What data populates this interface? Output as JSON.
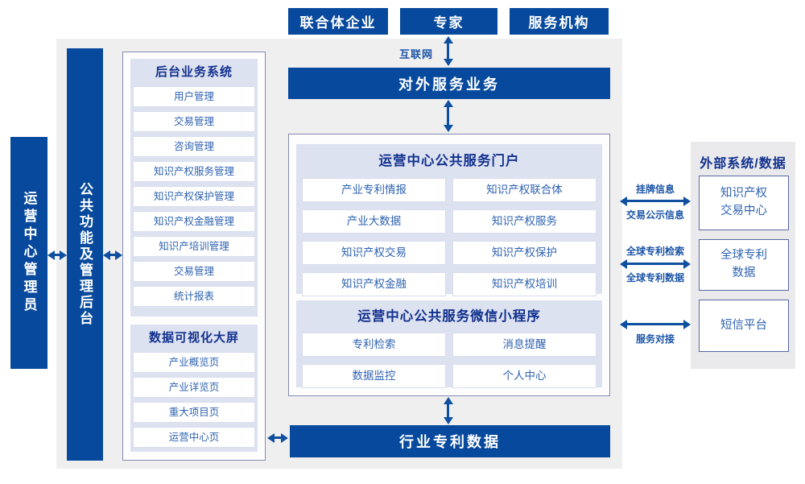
{
  "colors": {
    "primary": "#074a9d",
    "arrow": "#0f4f9f",
    "navy": "#12318e",
    "label": "#1b54a7",
    "item_text": "#2f63b1",
    "lavender": "#dde2f1",
    "item_border": "#d9ddec",
    "box_border": "#8289b0",
    "ext_border": "#5568a6",
    "gray": "#efefef",
    "gray2": "#eaeaec"
  },
  "top_actors": [
    {
      "label": "联合体企业"
    },
    {
      "label": "专家"
    },
    {
      "label": "服务机构"
    }
  ],
  "labels": {
    "internet": "互联网"
  },
  "bars": {
    "external_service": "对外服务业务",
    "industry_patent": "行业专利数据"
  },
  "left_rail": {
    "admin": "运营中心管理员",
    "common_backend": "公共功能及管理后台"
  },
  "left_box": {
    "backend": {
      "title": "后台业务系统",
      "items": [
        "用户管理",
        "交易管理",
        "咨询管理",
        "知识产权服务管理",
        "知识产权保护管理",
        "知识产权金融管理",
        "知识产培训管理",
        "交易管理",
        "统计报表"
      ]
    },
    "dashboard": {
      "title": "数据可视化大屏",
      "items": [
        "产业概览页",
        "产业详览页",
        "重大项目页",
        "运营中心页"
      ]
    }
  },
  "center": {
    "portal": {
      "title": "运营中心公共服务门户",
      "items": [
        "产业专利情报",
        "知识产权联合体",
        "产业大数据",
        "知识产权服务",
        "知识产权交易",
        "知识产权保护",
        "知识产权金融",
        "知识产权培训"
      ]
    },
    "miniprogram": {
      "title": "运营中心公共服务微信小程序",
      "items": [
        "专利检索",
        "消息提醒",
        "数据监控",
        "个人中心"
      ]
    }
  },
  "external": {
    "title": "外部系统/数据",
    "systems": [
      "知识产权\n交易中心",
      "全球专利\n数据",
      "短信平台"
    ],
    "links": [
      {
        "upper": "挂牌信息",
        "lower": "交易公示信息"
      },
      {
        "upper": "全球专利检索",
        "lower": "全球专利数据"
      },
      {
        "upper": "",
        "lower": "服务对接"
      }
    ]
  }
}
